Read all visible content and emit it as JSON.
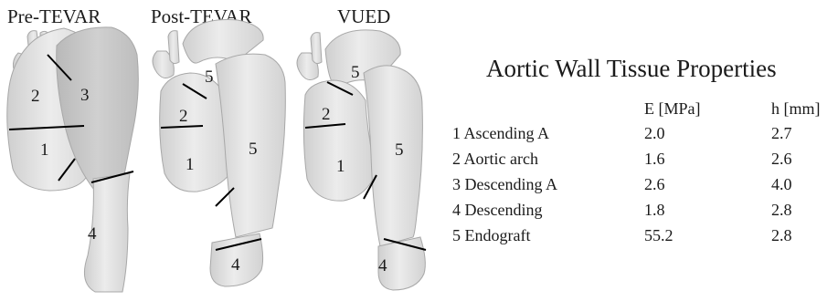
{
  "panels": [
    {
      "title": "Pre-TEVAR",
      "segments": [
        "2",
        "3",
        "1",
        "4"
      ]
    },
    {
      "title": "Post-TEVAR",
      "segments": [
        "5",
        "2",
        "1",
        "5",
        "4"
      ]
    },
    {
      "title": "VUED",
      "segments": [
        "5",
        "2",
        "1",
        "5",
        "4"
      ]
    }
  ],
  "table": {
    "title": "Aortic Wall Tissue Properties",
    "headers": {
      "e": "E [MPa]",
      "h": "h [mm]"
    },
    "rows": [
      {
        "name": "1 Ascending A",
        "e": "2.0",
        "h": "2.7"
      },
      {
        "name": "2 Aortic arch",
        "e": "1.6",
        "h": "2.6"
      },
      {
        "name": "3 Descending A",
        "e": "2.6",
        "h": "4.0"
      },
      {
        "name": "4 Descending",
        "e": "1.8",
        "h": "2.8"
      },
      {
        "name": "5 Endograft",
        "e": "55.2",
        "h": "2.8"
      }
    ]
  },
  "colors": {
    "tissue": "#e2e2e2",
    "tissue_dark": "#c9c9c9",
    "outline": "#9a9a9a",
    "boundary": "#000000"
  }
}
